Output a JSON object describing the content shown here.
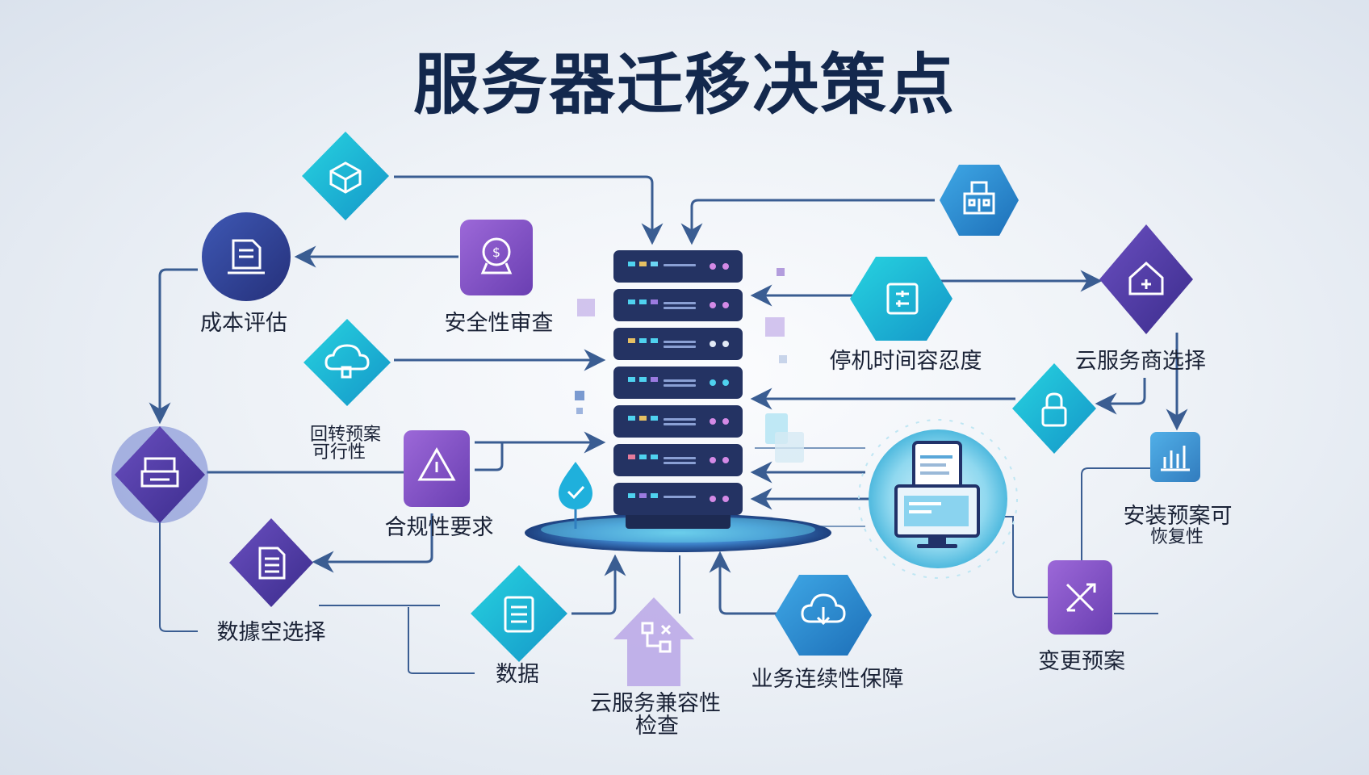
{
  "title": "服务器迁移决策点",
  "labels": {
    "cost": "成本评估",
    "security": "安全性审查",
    "rollback_line1": "回转预案",
    "rollback_line2": "可行性",
    "compliance": "合规性要求",
    "data_selection": "数據空选择",
    "data": "数据",
    "cloud_compat_line1": "云服务兼容性",
    "cloud_compat_line2": "检查",
    "continuity": "业务连续性保障",
    "downtime": "停机时间容忍度",
    "provider": "云服务商选择",
    "plan_line1": "安装预案可",
    "plan_line2": "恢复性",
    "change_plan": "变更预案"
  },
  "icons": [
    "shield-box-icon",
    "document-icon",
    "money-bag-icon",
    "cloud-icon",
    "warning-icon",
    "printer-icon",
    "file-list-icon",
    "checklist-icon",
    "workflow-icon",
    "cloud-download-icon",
    "building-icon",
    "settings-panel-icon",
    "house-icon",
    "lock-icon",
    "bar-chart-icon",
    "shuffle-icon",
    "water-drop-icon",
    "server-rack-icon",
    "monitor-icon"
  ],
  "colors": {
    "title": "#13284d",
    "navy": "#2c3f8f",
    "purple": "#7b4fc2",
    "teal": "#14b6cf",
    "blue": "#2f8fd4",
    "arrow": "#3a5d92",
    "server": "#1f2c57"
  }
}
